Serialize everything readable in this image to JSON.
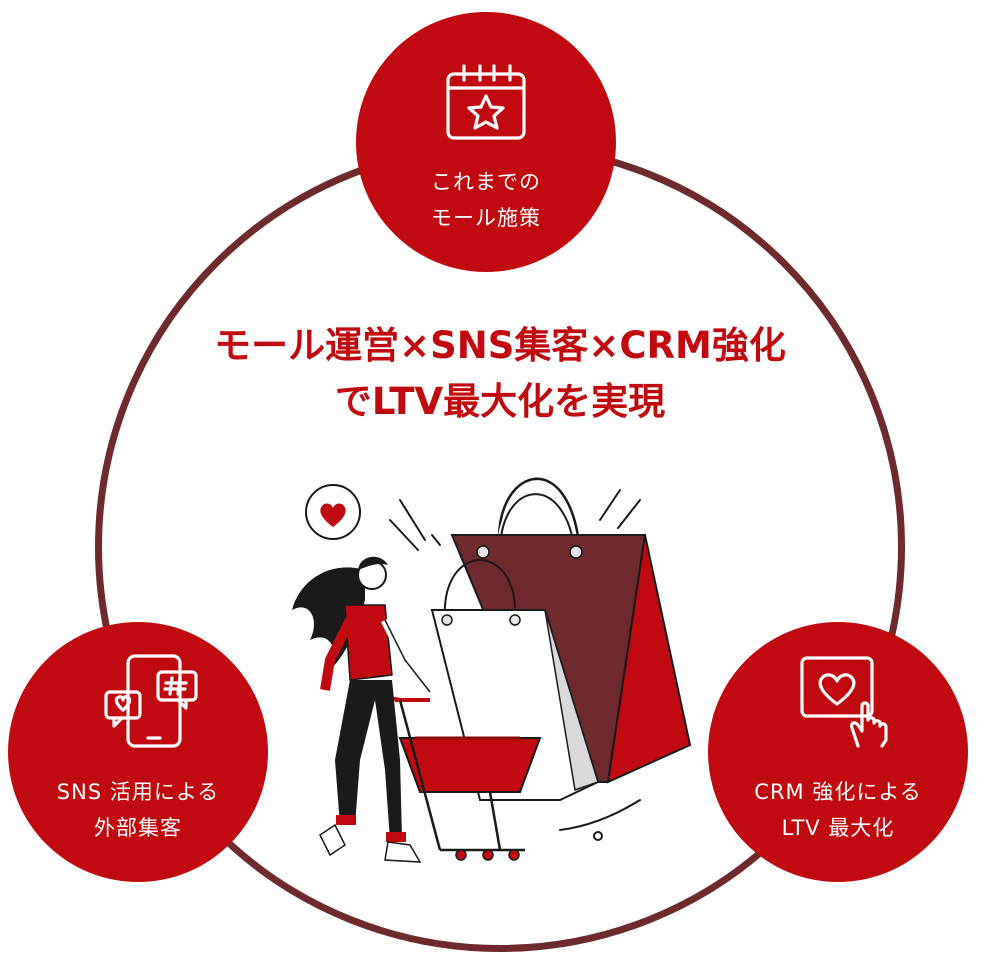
{
  "headline": {
    "line1": "モール運営×SNS集客×CRM強化",
    "line2": "でLTV最大化を実現"
  },
  "nodes": {
    "top": {
      "line1": "これまでの",
      "line2": "モール施策",
      "icon": "calendar-star-icon"
    },
    "left": {
      "line1": "SNS 活用による",
      "line2": "外部集客",
      "icon": "smartphone-chat-hashtag-icon"
    },
    "right": {
      "line1": "CRM 強化による",
      "line2": "LTV 最大化",
      "icon": "heart-card-touch-icon"
    }
  },
  "illustration": {
    "name": "woman-with-shopping-cart-and-bags",
    "icon": "heart-icon"
  },
  "colors": {
    "accent": "#c10a0f",
    "ring": "#6e2a2c",
    "bag_dark": "#6e2a2c",
    "text_white": "#ffffff"
  }
}
